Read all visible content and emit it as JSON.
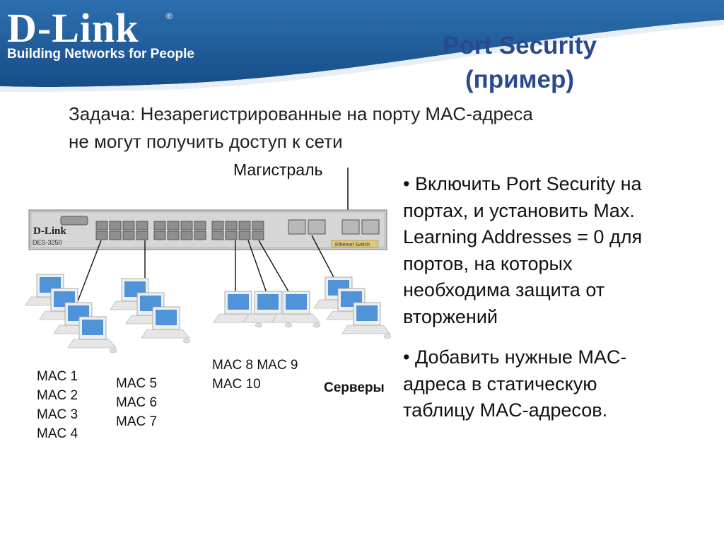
{
  "header": {
    "logo": "D-Link",
    "tagline": "Building Networks for People"
  },
  "title": {
    "line1": "Port Security",
    "line2": "(пример)"
  },
  "task": {
    "line1": "Задача: Незарегистрированные на порту MAC-адреса",
    "line2": "не могут получить доступ к сети"
  },
  "switch": {
    "brand": "D-Link",
    "model": "DES-3250",
    "label": "Ethernet Switch"
  },
  "trunk_label": "Магистраль",
  "bullets": [
    {
      "lines": [
        "• Включить Port Security на",
        "портах, и установить Max.",
        "Learning Addresses = 0 для",
        "портов, на которых",
        "необходима защита от",
        "вторжений"
      ]
    },
    {
      "lines": [
        "• Добавить нужные MAC-",
        "адреса в статическую",
        "таблицу MAC-адресов."
      ]
    }
  ],
  "groups": [
    {
      "lines": [
        "MAC 1",
        "MAC 2",
        "MAC 3",
        "MAC 4"
      ]
    },
    {
      "lines": [
        "MAC 5",
        "MAC 6",
        "MAC 7"
      ]
    },
    {
      "lines": [
        "MAC 8 MAC 9",
        "MAC 10"
      ]
    }
  ],
  "servers_label": "Серверы",
  "colors": {
    "banner": "#1f5a96",
    "title": "#2a4a8f",
    "switch_body": "#c9c9c9",
    "monitor_screen": "#4f93d8"
  }
}
